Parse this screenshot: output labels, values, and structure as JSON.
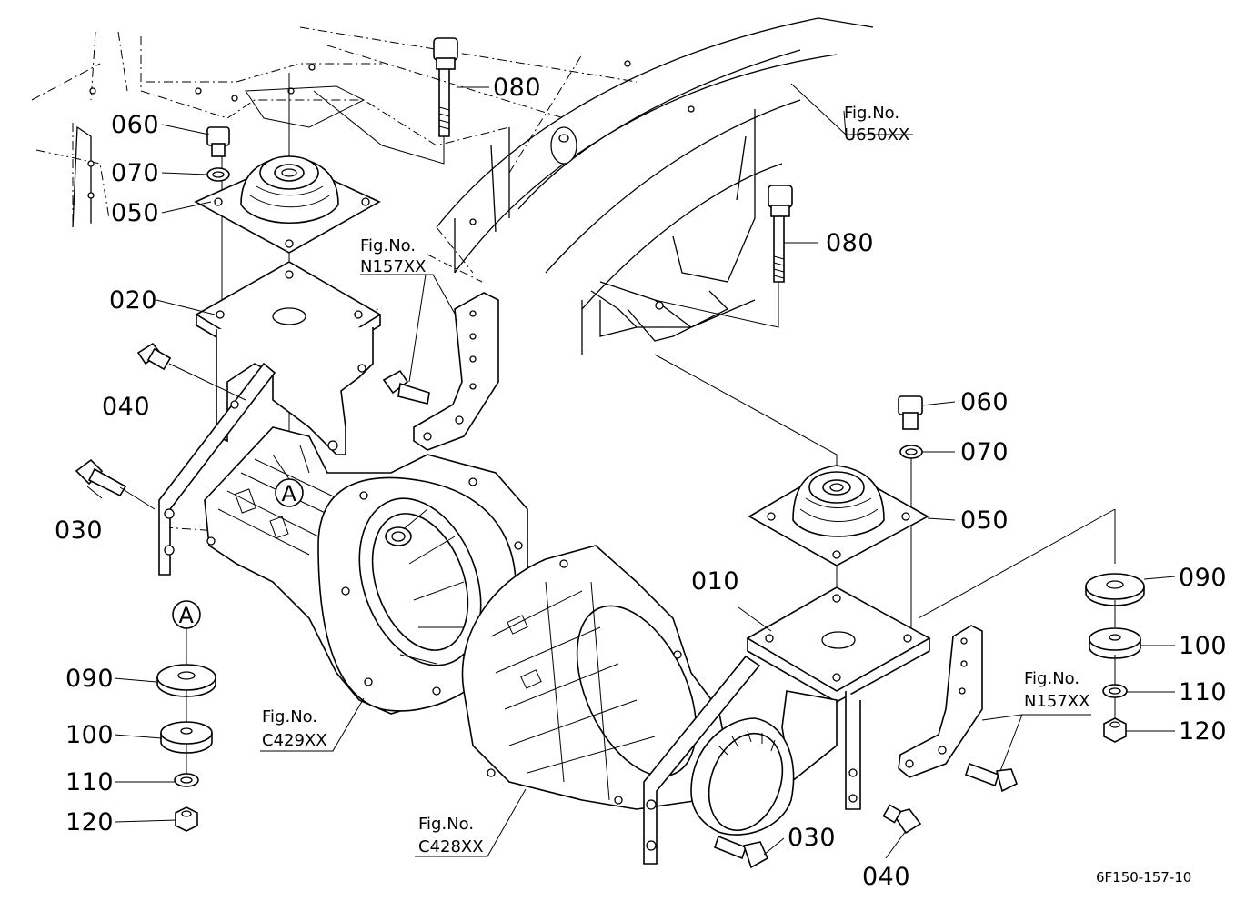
{
  "callouts": [
    {
      "id": "080-top",
      "label": "080"
    },
    {
      "id": "060-left",
      "label": "060"
    },
    {
      "id": "070-left",
      "label": "070"
    },
    {
      "id": "050-left",
      "label": "050"
    },
    {
      "id": "020",
      "label": "020"
    },
    {
      "id": "040-left",
      "label": "040"
    },
    {
      "id": "030-left",
      "label": "030"
    },
    {
      "id": "080-right",
      "label": "080"
    },
    {
      "id": "060-right",
      "label": "060"
    },
    {
      "id": "070-right",
      "label": "070"
    },
    {
      "id": "050-right",
      "label": "050"
    },
    {
      "id": "010",
      "label": "010"
    },
    {
      "id": "090-right",
      "label": "090"
    },
    {
      "id": "100-right",
      "label": "100"
    },
    {
      "id": "110-right",
      "label": "110"
    },
    {
      "id": "120-right",
      "label": "120"
    },
    {
      "id": "090-left",
      "label": "090"
    },
    {
      "id": "100-left",
      "label": "100"
    },
    {
      "id": "110-left",
      "label": "110"
    },
    {
      "id": "120-left",
      "label": "120"
    },
    {
      "id": "030-right",
      "label": "030"
    },
    {
      "id": "040-right",
      "label": "040"
    }
  ],
  "figure_refs": [
    {
      "id": "u650",
      "line1": "Fig.No.",
      "line2": "U650XX"
    },
    {
      "id": "n157-left",
      "line1": "Fig.No.",
      "line2": "N157XX"
    },
    {
      "id": "n157-right",
      "line1": "Fig.No.",
      "line2": "N157XX"
    },
    {
      "id": "c429",
      "line1": "Fig.No.",
      "line2": "C429XX"
    },
    {
      "id": "c428",
      "line1": "Fig.No.",
      "line2": "C428XX"
    }
  ],
  "ref_markers": [
    {
      "id": "a-upper",
      "letter": "A"
    },
    {
      "id": "a-lower",
      "letter": "A"
    }
  ],
  "drawing_code": "6F150-157-10"
}
